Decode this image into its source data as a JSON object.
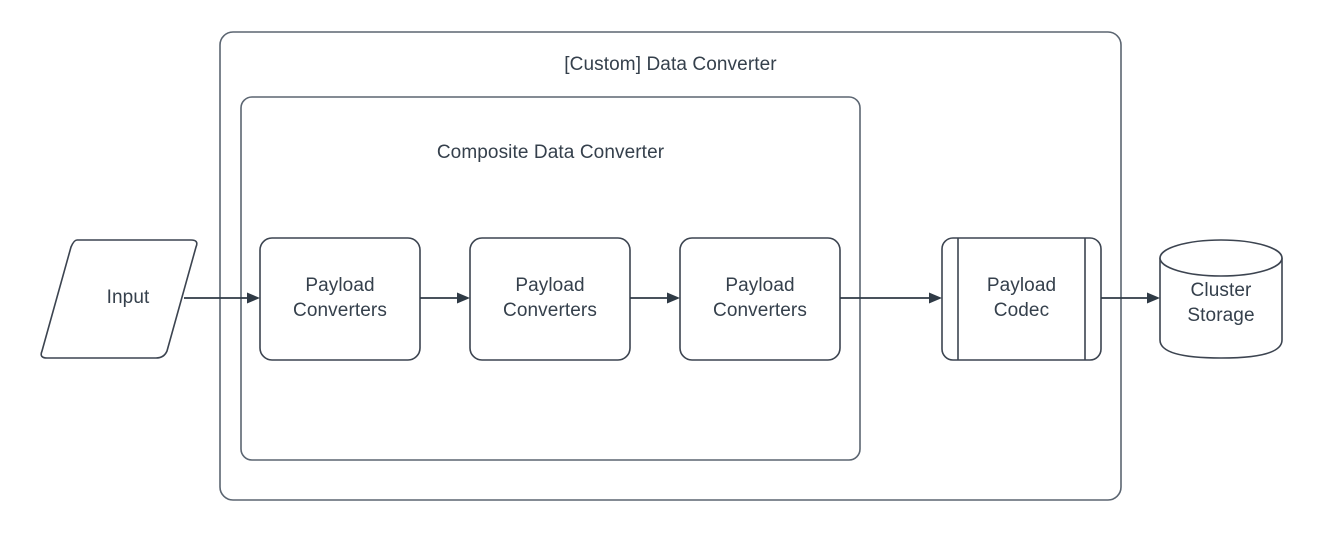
{
  "diagram": {
    "type": "flowchart",
    "title_text": "[Custom] Data Converter",
    "colors": {
      "stroke": "#3c4450",
      "container_stroke": "#5b6571",
      "text": "#35404c",
      "fill": "#ffffff",
      "background": "#ffffff"
    },
    "containers": [
      {
        "name": "custom-data-converter",
        "label": "[Custom] Data Converter",
        "shape": "rounded-rectangle"
      },
      {
        "name": "composite-data-converter",
        "label": "Composite Data Converter",
        "shape": "rounded-rectangle"
      }
    ],
    "nodes": [
      {
        "name": "input",
        "label": "Input",
        "shape": "parallelogram"
      },
      {
        "name": "payload-converters-1",
        "label": "Payload\nConverters",
        "shape": "rounded-rectangle"
      },
      {
        "name": "payload-converters-2",
        "label": "Payload\nConverters",
        "shape": "rounded-rectangle"
      },
      {
        "name": "payload-converters-3",
        "label": "Payload\nConverters",
        "shape": "rounded-rectangle"
      },
      {
        "name": "payload-codec",
        "label": "Payload\nCodec",
        "shape": "predefined-process"
      },
      {
        "name": "cluster-storage",
        "label": "Cluster\nStorage",
        "shape": "cylinder"
      }
    ],
    "edges": [
      {
        "name": "edge-input-to-converters-1",
        "from": "input",
        "to": "payload-converters-1",
        "arrow": "single"
      },
      {
        "name": "edge-converters-1-to-2",
        "from": "payload-converters-1",
        "to": "payload-converters-2",
        "arrow": "single"
      },
      {
        "name": "edge-converters-2-to-3",
        "from": "payload-converters-2",
        "to": "payload-converters-3",
        "arrow": "single"
      },
      {
        "name": "edge-converters-3-to-codec",
        "from": "payload-converters-3",
        "to": "payload-codec",
        "arrow": "single"
      },
      {
        "name": "edge-codec-to-storage",
        "from": "payload-codec",
        "to": "cluster-storage",
        "arrow": "single"
      }
    ]
  }
}
